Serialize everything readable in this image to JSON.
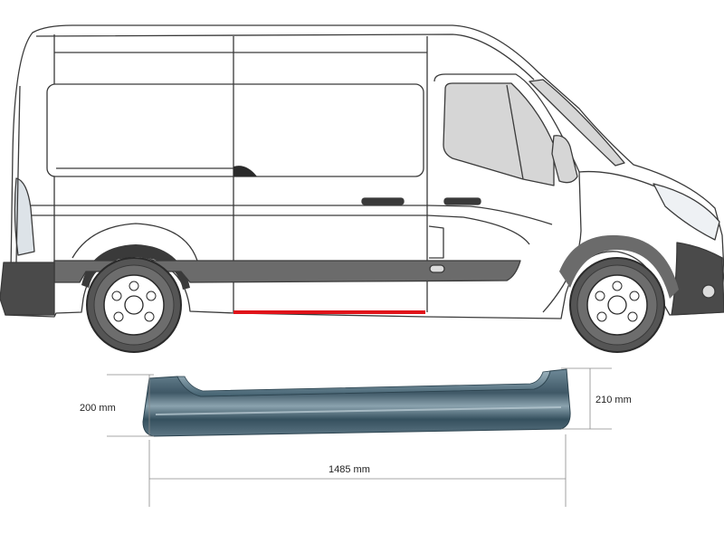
{
  "dimensions": {
    "height_left": "200 mm",
    "height_right": "210 mm",
    "length": "1485 mm"
  },
  "colors": {
    "outline": "#3a3a3a",
    "body_fill": "#ffffff",
    "trim_strip": "#6b6b6b",
    "window": "#d6d6d6",
    "highlight_part": "#e0131a",
    "panel_metal": "#4f6d7f",
    "dimension_line": "#8a8a8a"
  },
  "icons": {
    "vehicle": "van-side-view-illustration",
    "part": "sill-panel-photo"
  }
}
